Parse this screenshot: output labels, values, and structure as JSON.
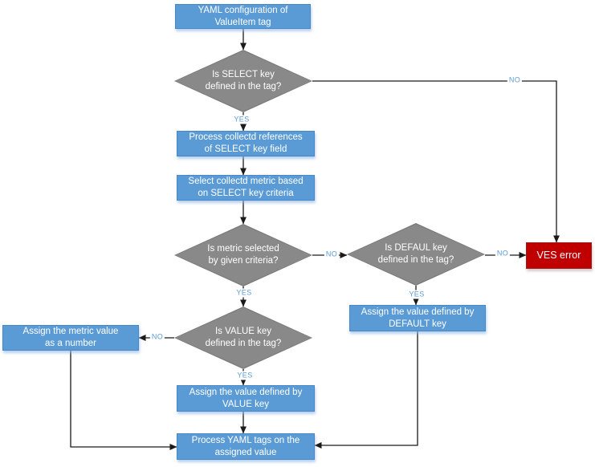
{
  "colors": {
    "process_fill": "#5B9BD5",
    "process_border": "#4688C9",
    "decision_fill": "#898989",
    "decision_border": "#7A7A7A",
    "error_fill": "#C00000",
    "error_border": "#9B1B1B",
    "edge_label_color": "#5B9BD5",
    "arrow_color": "#1A1A1A",
    "shape_text_color": "#FFFFFF"
  },
  "nodes": {
    "start": {
      "type": "process",
      "label": "YAML configuration of\nValueItem tag"
    },
    "decision_select": {
      "type": "decision",
      "label": "Is SELECT key\ndefined in the tag?"
    },
    "process_references": {
      "type": "process",
      "label": "Process collectd references\nof SELECT key field"
    },
    "select_metric": {
      "type": "process",
      "label": "Select collectd metric based\non SELECT key criteria"
    },
    "decision_metric": {
      "type": "decision",
      "label": "Is metric selected\nby given criteria?"
    },
    "decision_default": {
      "type": "decision",
      "label": "Is DEFAUL key\ndefined in the tag?"
    },
    "ves_error": {
      "type": "error",
      "label": "VES error"
    },
    "assign_default": {
      "type": "process",
      "label": "Assign the value defined by\nDEFAULT key"
    },
    "decision_value": {
      "type": "decision",
      "label": "Is VALUE key\ndefined in the tag?"
    },
    "assign_metric": {
      "type": "process",
      "label": "Assign the metric value\nas a number"
    },
    "assign_value": {
      "type": "process",
      "label": "Assign the value defined by\nVALUE key"
    },
    "process_yaml": {
      "type": "process",
      "label": "Process YAML tags on the\nassigned value"
    }
  },
  "edge_labels": {
    "select_yes": "YES",
    "select_no": "NO",
    "metric_yes": "YES",
    "metric_no": "NO",
    "default_yes": "YES",
    "default_no": "NO",
    "value_yes": "YES",
    "value_no": "NO"
  }
}
